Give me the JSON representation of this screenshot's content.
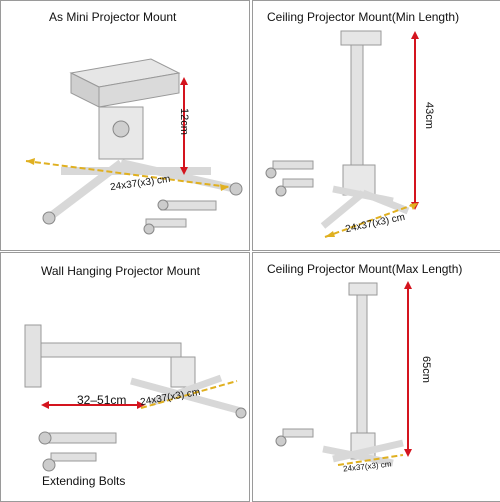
{
  "panels": {
    "mini": {
      "title": "As Mini Projector Mount",
      "height": "12cm",
      "base": "24x37(x3) cm"
    },
    "min": {
      "title": "Ceiling Projector Mount(Min Length)",
      "height": "43cm",
      "base": "24x37(x3) cm"
    },
    "wall": {
      "title": "Wall Hanging Projector Mount",
      "range": "32–51cm",
      "base": "24x37(x3) cm",
      "bolts": "Extending Bolts"
    },
    "max": {
      "title": "Ceiling Projector Mount(Max Length)",
      "height": "65cm",
      "base": "24x37(x3) cm"
    }
  },
  "colors": {
    "arrow": "#d4141e",
    "dim": "#e0b020",
    "metal": "#dcdcdc",
    "border": "#9a9a9a"
  }
}
